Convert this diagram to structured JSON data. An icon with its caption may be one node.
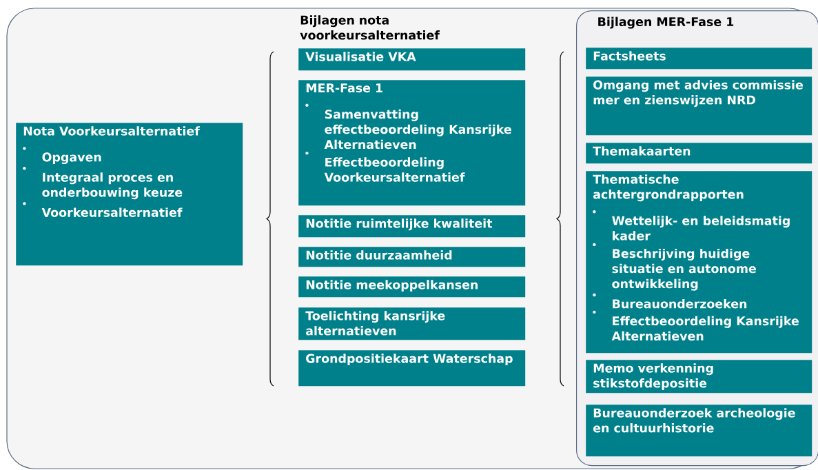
{
  "diagram": {
    "nodes": [
      {
        "text": [
          "Nota Voorkeursalternatief",
          "Opgaven",
          "Integraal proces en onderbouwing keuze",
          "Voorkeursalternatief"
        ]
      },
      {
        "text": [
          "Visualisatie VKA"
        ]
      },
      {
        "text": [
          "MER-Fase 1",
          "Samenvatting effectbeoordeling Kansrijke Alternatieven",
          "Effectbeoordeling Voorkeursalternatief"
        ]
      },
      {
        "text": [
          "Notitie ruimtelijke kwaliteit"
        ]
      },
      {
        "text": [
          "Notitie duurzaamheid"
        ]
      },
      {
        "text": [
          "Notitie meekoppelkansen"
        ]
      },
      {
        "text": [
          "Toelichting kansrijke alternatieven"
        ]
      },
      {
        "text": [
          "Grondpositiekaart Waterschap"
        ]
      },
      {
        "text": [
          "Bijlagen MER-Fase 1"
        ]
      },
      {
        "text": [
          "Factsheets"
        ],
        "in": 8
      },
      {
        "text": [
          "Omgang met advies commissie mer en zienswijzen NRD"
        ],
        "in": 8
      },
      {
        "text": [
          "Themakaarten"
        ],
        "in": 8
      },
      {
        "text": [
          "Thematische achtergrondrapporten",
          "Wettelijk- en beleidsmatig kader",
          "Beschrijving huidige situatie en autonome ontwikkeling",
          "Bureauonderzoeken",
          "Effectbeoordeling Kansrijke Alternatieven"
        ],
        "in": 8
      },
      {
        "text": [
          "Memo verkenning stikstofdepositie"
        ],
        "in": 8
      },
      {
        "text": [
          "Bureauonderzoek archeologie en cultuurhistorie"
        ],
        "in": 8
      }
    ],
    "labels": [
      "Bijlagen nota voorkeursalternatief"
    ]
  }
}
